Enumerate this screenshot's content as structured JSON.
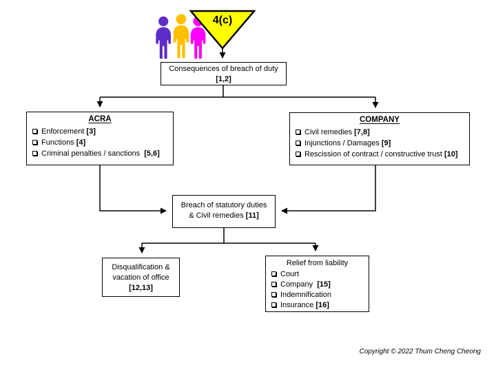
{
  "slide": {
    "badge": "4(c)",
    "copyright": "Copyright © 2022 Thum Cheng Cheong",
    "colors": {
      "triangle_fill": "#FFFF00",
      "person_left": "#5E2CC7",
      "person_middle": "#FFC000",
      "person_right": "#FF00FF",
      "line": "#000000"
    }
  },
  "nodes": {
    "consequences": {
      "line1": "Consequences of breach of duty",
      "ref": "[1,2]"
    },
    "acra": {
      "title": "ACRA",
      "items": [
        {
          "label": "Enforcement ",
          "ref": "[3]"
        },
        {
          "label": "Functions ",
          "ref": "[4]"
        },
        {
          "label": "Criminal penalties / sanctions  ",
          "ref": "[5,6]"
        }
      ]
    },
    "company": {
      "title": "COMPANY",
      "items": [
        {
          "label": "Civil remedies ",
          "ref": "[7,8]"
        },
        {
          "label": "Injunctions / Damages ",
          "ref": "[9]"
        },
        {
          "label": "Rescission of contract / constructive trust ",
          "ref": "[10]"
        }
      ]
    },
    "breach": {
      "line1": "Breach of statutory duties",
      "line2": "& Civil remedies ",
      "ref": "[11]"
    },
    "disqualification": {
      "line1": "Disqualification &",
      "line2": "vacation of office",
      "ref": "[12,13]"
    },
    "relief": {
      "title": "Relief from liability",
      "items": [
        {
          "label": "Court",
          "ref": ""
        },
        {
          "label": "Company  ",
          "ref": "[15]"
        },
        {
          "label": "Indemnification",
          "ref": ""
        },
        {
          "label": "Insurance ",
          "ref": "[16]"
        }
      ]
    }
  }
}
